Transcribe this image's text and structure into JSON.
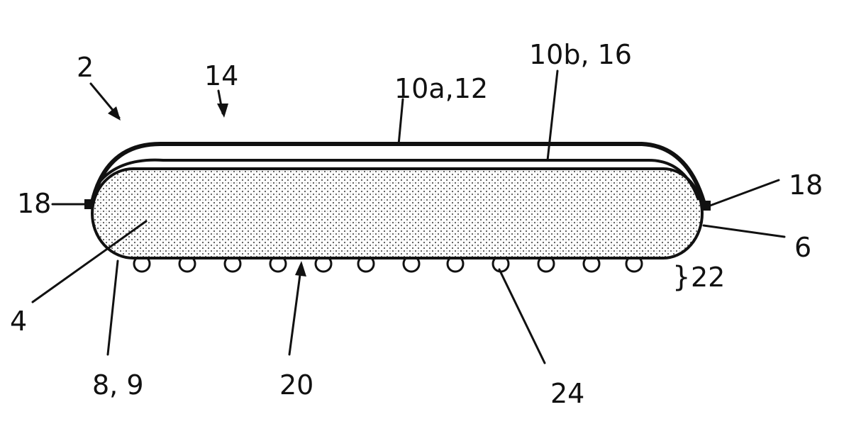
{
  "labels": {
    "device": "2",
    "arrow_top": "14",
    "layer_a": "10a,12",
    "layer_b": "10b, 16",
    "seal_left": "18",
    "seal_right": "18",
    "core": "4",
    "casing": "6",
    "bottom_left": "8, 9",
    "bottom_center": "20",
    "bumps_group": "22",
    "bump": "24",
    "brace": "}"
  },
  "colors": {
    "ink": "#111111",
    "paper": "#ffffff"
  }
}
